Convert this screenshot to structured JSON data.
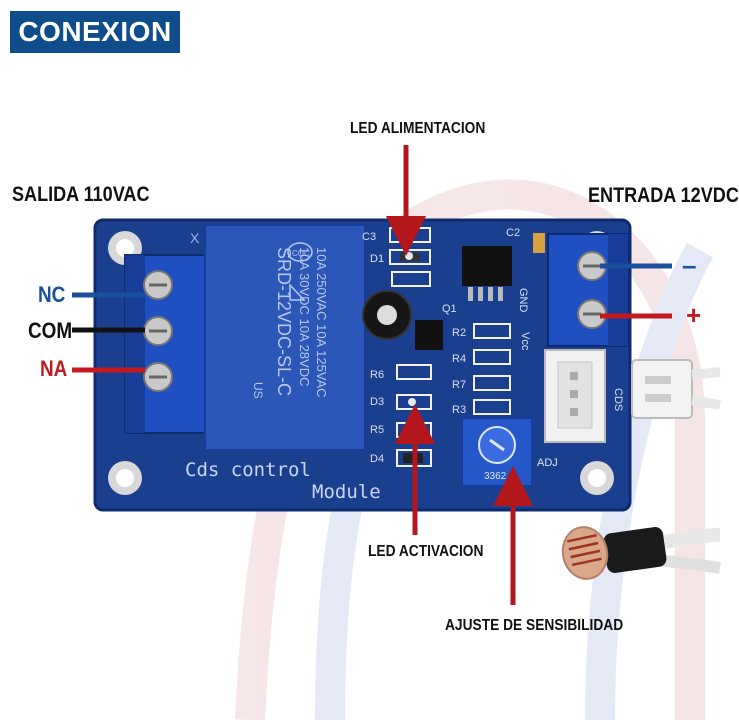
{
  "title": "CONEXION",
  "labels": {
    "led_power": "LED ALIMENTACION",
    "output": "SALIDA 110VAC",
    "input": "ENTRADA 12VDC",
    "nc": "NC",
    "com": "COM",
    "na": "NA",
    "minus": "–",
    "plus": "+",
    "led_activation": "LED ACTIVACION",
    "sensitivity": "AJUSTE DE SENSIBILIDAD"
  },
  "board": {
    "relay_lines": [
      "10A 250VAC 10A 125VAC",
      "10A 30VDC 10A 28VDC",
      "SRD-12VDC-SL-C"
    ],
    "relay_logo": "CQC",
    "relay_mark": "US",
    "silk_top": "X",
    "silk_cds_line1": "Cds control",
    "silk_cds_line2": "Module",
    "refs": {
      "c3": "C3",
      "d1": "D1",
      "c2": "C2",
      "q1": "Q1",
      "r2": "R2",
      "r4": "R4",
      "r7": "R7",
      "r3": "R3",
      "r6": "R6",
      "d3": "D3",
      "r5": "R5",
      "d4": "D4",
      "gnd": "GND",
      "vcc": "Vcc",
      "cds": "CDS",
      "adj": "ADJ"
    },
    "pot_code": "3362"
  },
  "colors": {
    "title_bg": "#0f4c8a",
    "pcb": "#1b3f8f",
    "terminal": "#1f4fc0",
    "arrow_red": "#b3171c",
    "wire_blue": "#1a4f9c",
    "wire_black": "#111111",
    "wire_red": "#c41a1f",
    "relay": "#2c56b8"
  }
}
